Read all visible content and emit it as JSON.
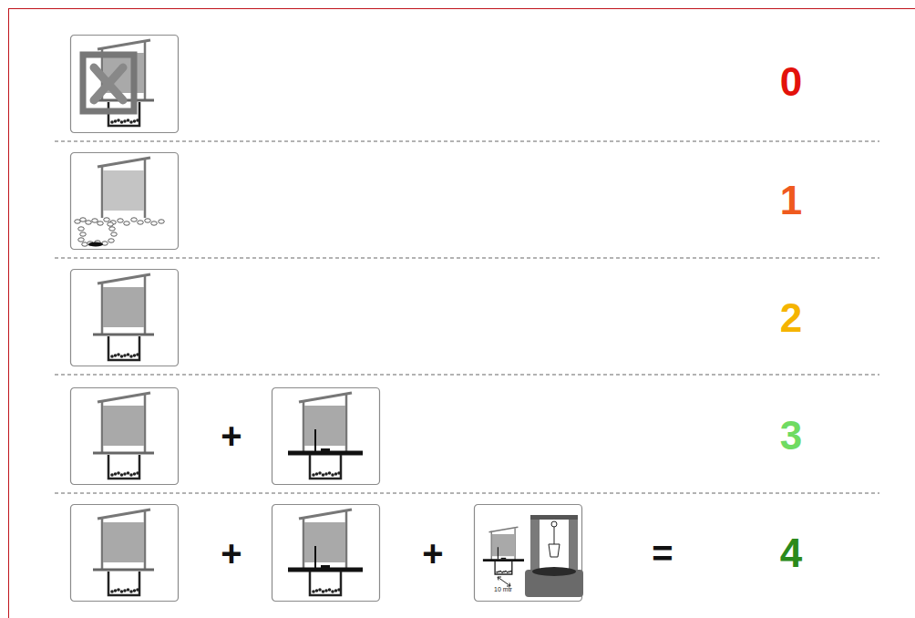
{
  "diagram": {
    "labels": [
      "0",
      "1",
      "2",
      "+",
      "3",
      "+",
      "+",
      "10 mtr",
      "=",
      "4"
    ]
  }
}
